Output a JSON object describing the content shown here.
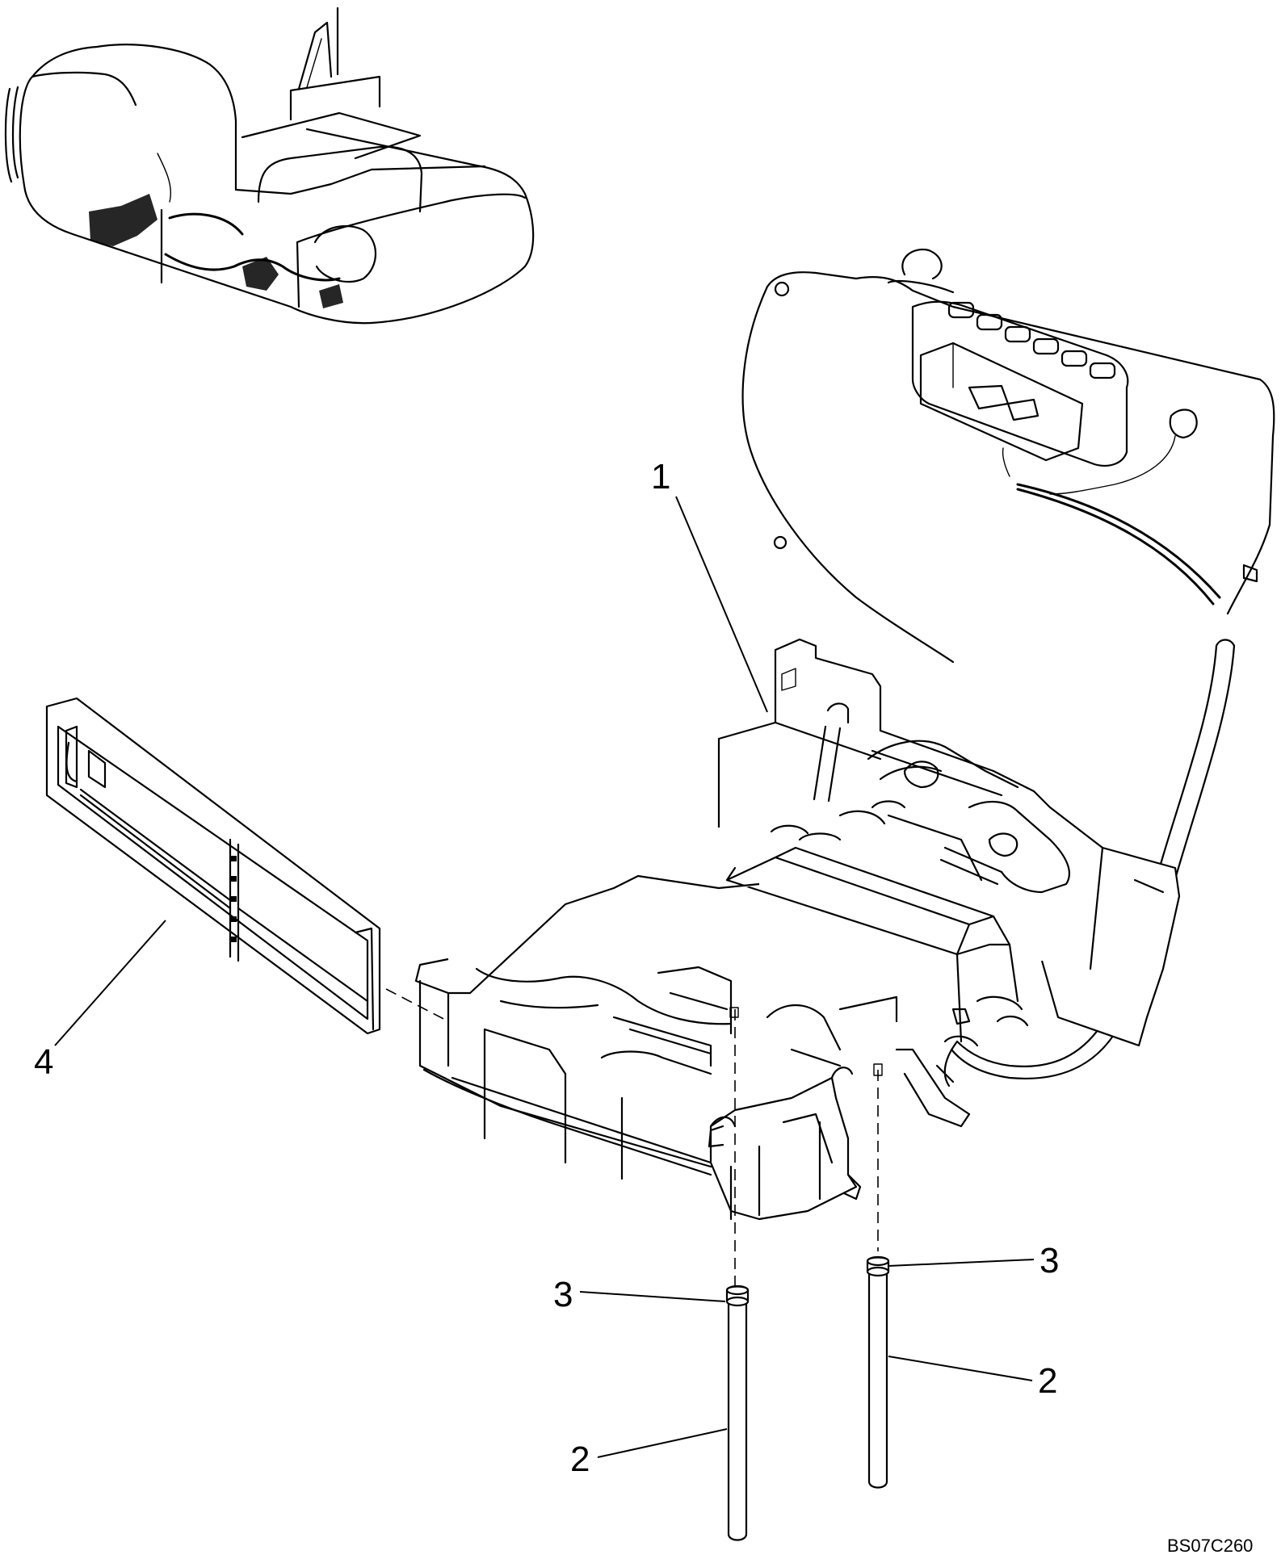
{
  "callouts": {
    "heater_unit": "1",
    "hose_left": "2",
    "hose_right": "2",
    "clamp_left": "3",
    "clamp_right": "3",
    "filter": "4"
  },
  "document_id": "BS07C260"
}
